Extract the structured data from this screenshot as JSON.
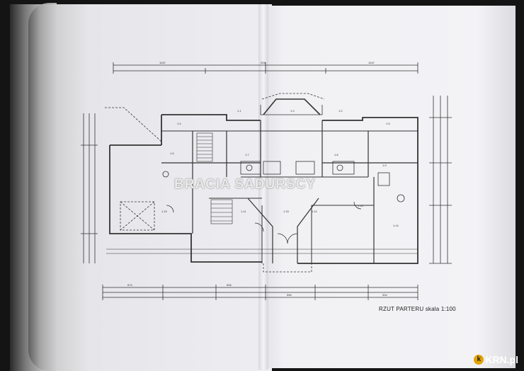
{
  "document": {
    "watermark": "BRACIA SADURSCY",
    "caption": "RZUT PARTERU skala 1:100",
    "logo_text": "KRN.pl",
    "logo_mark": "k",
    "dimensions_top": [
      "1047",
      "209",
      "1047"
    ],
    "dimensions_bottom": [
      "574",
      "506",
      "556",
      "534"
    ],
    "room_labels": [
      "1.1",
      "1.2",
      "1.3",
      "1.4",
      "1.5",
      "1.6",
      "1.7",
      "1.8",
      "1.9",
      "1.10",
      "1.11",
      "1.12",
      "1.13",
      "1.14",
      "1.15"
    ]
  },
  "colors": {
    "line": "#333333",
    "paper": "#f1f1f4",
    "logo_accent": "#e4a400"
  }
}
